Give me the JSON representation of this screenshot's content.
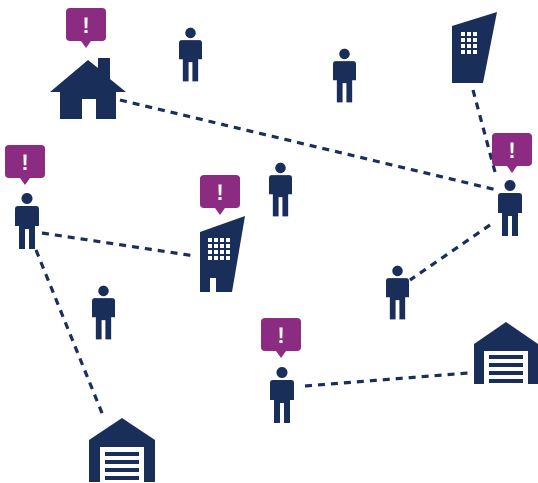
{
  "colors": {
    "primary": "#1a2e5a",
    "alert": "#8b2c82",
    "background": "#ffffff"
  },
  "alert_symbol": "!",
  "nodes": [
    {
      "id": "house",
      "icon": "house-icon",
      "alert": true
    },
    {
      "id": "office-top-right",
      "icon": "office-building-icon",
      "alert": false
    },
    {
      "id": "office-center",
      "icon": "office-building-icon",
      "alert": true
    },
    {
      "id": "person-left",
      "icon": "person-icon",
      "alert": true
    },
    {
      "id": "person-right",
      "icon": "person-icon",
      "alert": true
    },
    {
      "id": "person-bottom",
      "icon": "person-icon",
      "alert": true
    },
    {
      "id": "person-top-1",
      "icon": "person-icon",
      "alert": false
    },
    {
      "id": "person-top-2",
      "icon": "person-icon",
      "alert": false
    },
    {
      "id": "person-middle",
      "icon": "person-icon",
      "alert": false
    },
    {
      "id": "person-lower-left",
      "icon": "person-icon",
      "alert": false
    },
    {
      "id": "person-lower-right",
      "icon": "person-icon",
      "alert": false
    },
    {
      "id": "warehouse-bottom-left",
      "icon": "warehouse-icon",
      "alert": false
    },
    {
      "id": "warehouse-right",
      "icon": "warehouse-icon",
      "alert": false
    }
  ],
  "connections": [
    {
      "from": "house",
      "to": "person-right"
    },
    {
      "from": "office-top-right",
      "to": "person-right"
    },
    {
      "from": "person-right",
      "to": "person-lower-right"
    },
    {
      "from": "person-left",
      "to": "office-center"
    },
    {
      "from": "person-left",
      "to": "warehouse-bottom-left"
    },
    {
      "from": "person-bottom",
      "to": "warehouse-right"
    }
  ]
}
